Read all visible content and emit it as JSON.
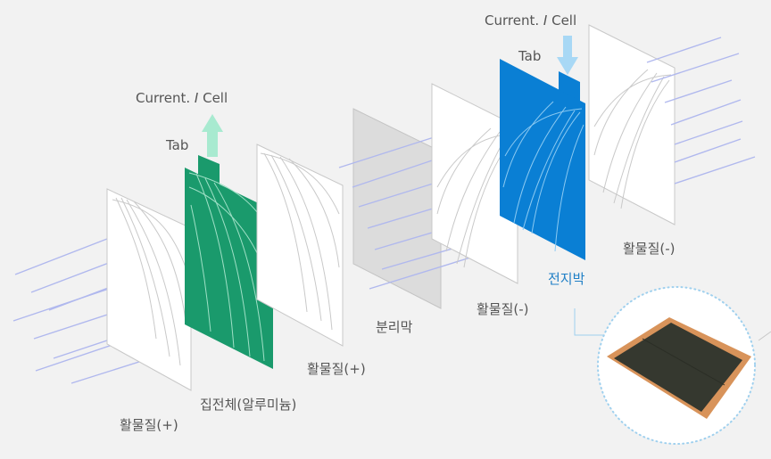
{
  "labels": {
    "active_pos_left": "활물질(+)",
    "collector_al": "집전체(알루미늄)",
    "active_pos_right": "활물질(+)",
    "separator": "분리막",
    "active_neg_left": "활물질(-)",
    "collector_cu": "전지박",
    "active_neg_right": "활물질(-)",
    "tab_left": "Tab",
    "tab_right": "Tab"
  },
  "current_left": {
    "prefix": "Current.",
    "symbol": "I",
    "suffix": "Cell"
  },
  "current_right": {
    "prefix": "Current.",
    "symbol": "I",
    "suffix": "Cell"
  },
  "colors": {
    "background": "#f2f2f2",
    "aluminum_foil": "#1a9a6c",
    "copper_foil": "#0a7fd4",
    "arrow_green": "#a8ead0",
    "arrow_blue": "#a8d8f5",
    "ion_line": "#b0b8ee",
    "inset_ring": "#9fd0ee"
  },
  "icons": [
    "current-up-arrow",
    "current-down-arrow",
    "foil-photo-inset"
  ]
}
